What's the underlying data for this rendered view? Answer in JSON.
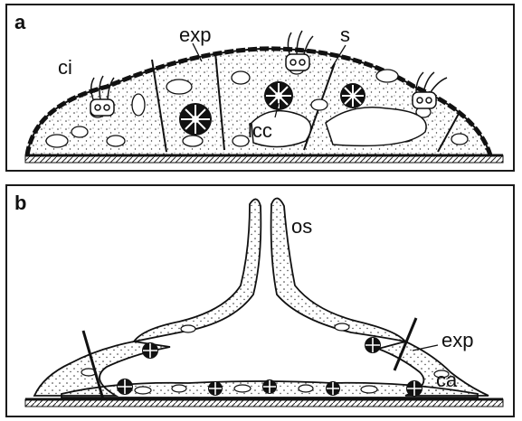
{
  "panels": [
    {
      "letter": "a",
      "labels": {
        "ci": "ci",
        "exp": "exp",
        "s": "s",
        "lcc": "lcc"
      }
    },
    {
      "letter": "b",
      "labels": {
        "os": "os",
        "exp": "exp",
        "ca": "ca"
      }
    }
  ],
  "colors": {
    "ink": "#111111",
    "paper": "#ffffff",
    "stipple": "#555555"
  }
}
